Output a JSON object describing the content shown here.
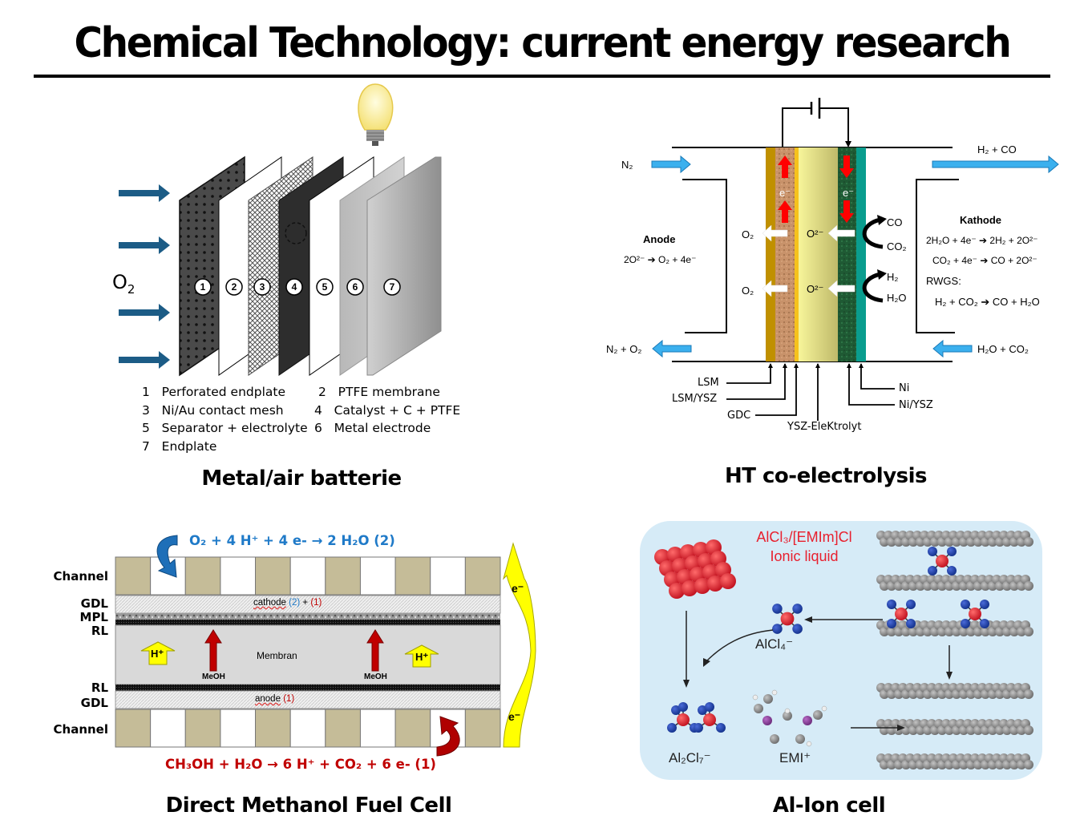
{
  "page": {
    "title": "Chemical Technology: current energy research"
  },
  "metal_air": {
    "caption": "Metal/air batterie",
    "gas_label": "O",
    "gas_sub": "2",
    "layers": [
      "1",
      "2",
      "3",
      "4",
      "5",
      "6",
      "7"
    ],
    "legend": [
      {
        "num": "1",
        "text": "Perforated endplate"
      },
      {
        "num": "2",
        "text": "PTFE membrane"
      },
      {
        "num": "3",
        "text": "Ni/Au contact mesh"
      },
      {
        "num": "4",
        "text": "Catalyst + C + PTFE"
      },
      {
        "num": "5",
        "text": "Separator + electrolyte"
      },
      {
        "num": "6",
        "text": "Metal electrode"
      },
      {
        "num": "7",
        "text": "Endplate"
      }
    ],
    "icons": [
      "inflow-arrow-icon",
      "light-bulb-icon"
    ]
  },
  "ht_coelectrolysis": {
    "caption": "HT co-electrolysis",
    "inlet_left": "N₂",
    "outlet_left": "N₂ + O₂",
    "outlet_right": "H₂ + CO",
    "inlet_right": "H₂O + CO₂",
    "anode_title": "Anode",
    "anode_eq": "2O²⁻ ➔ O₂ + 4e⁻",
    "kathode_title": "Kathode",
    "kathode_eq1": "2H₂O + 4e⁻ ➔ 2H₂ + 2O²⁻",
    "kathode_eq2": "CO₂ + 4e⁻ ➔ CO + 2O²⁻",
    "rwgs_label": "RWGS:",
    "rwgs_eq": "H₂ + CO₂ ➔ CO + H₂O",
    "electron": "e⁻",
    "o2_label": "O₂",
    "oxide_ion": "O²⁻",
    "co": "CO",
    "co2": "CO₂",
    "h2": "H₂",
    "h2o": "H₂O",
    "layer_labels": {
      "lsm": "LSM",
      "lsm_ysz": "LSM/YSZ",
      "gdc": "GDC",
      "ysz": "YSZ-EleKtrolyt",
      "ni": "Ni",
      "ni_ysz": "Ni/YSZ"
    },
    "colors": {
      "lsm": "#c09000",
      "lsm_ysz": "#c8926a",
      "gdc": "#f6c21c",
      "ysz": "#eeeb8a",
      "ni_ysz": "#1f5a34",
      "ni": "#0a9d8e",
      "flow_arrow": "#3bb0ee",
      "electron_arrow": "#ff0000"
    }
  },
  "dmfc": {
    "caption": "Direct Methanol Fuel Cell",
    "cathode_reaction": "O₂ + 4 H⁺ + 4 e- → 2 H₂O (2)",
    "anode_reaction": "CH₃OH + H₂O → 6 H⁺ + CO₂ + 6 e- (1)",
    "row_labels": {
      "channel_top": "Channel",
      "gdl_top": "GDL",
      "mpl": "MPL",
      "rl_top": "RL",
      "rl_bottom": "RL",
      "gdl_bottom": "GDL",
      "channel_bottom": "Channel"
    },
    "cathode_layer": "cathode",
    "cathode_ref2": "(2)",
    "plus": "+",
    "cathode_ref1": "(1)",
    "membrane": "Membran",
    "anode_layer": "anode",
    "anode_ref1": "(1)",
    "meoh": "MeOH",
    "proton": "H⁺",
    "electron": "e⁻",
    "colors": {
      "channel_rib": "#c5bc98",
      "cathode_text": "#1f7ac8",
      "anode_text": "#c00000",
      "membrane": "#d9d9d9",
      "electron_arrow": "#ffff00"
    }
  },
  "al_ion": {
    "caption": "Al-Ion cell",
    "electrolyte_line1": "AlCl₃/[EMIm]Cl",
    "electrolyte_line2": "Ionic liquid",
    "alcl4": "AlCl₄⁻",
    "al2cl7": "Al₂Cl₇⁻",
    "emi": "EMI⁺",
    "colors": {
      "background": "#d6ebf7",
      "aluminum": "#e8202e",
      "chlorine": "#1f43a8",
      "carbon": "#8a8a8a",
      "nitrogen": "#8a3c9a"
    }
  }
}
